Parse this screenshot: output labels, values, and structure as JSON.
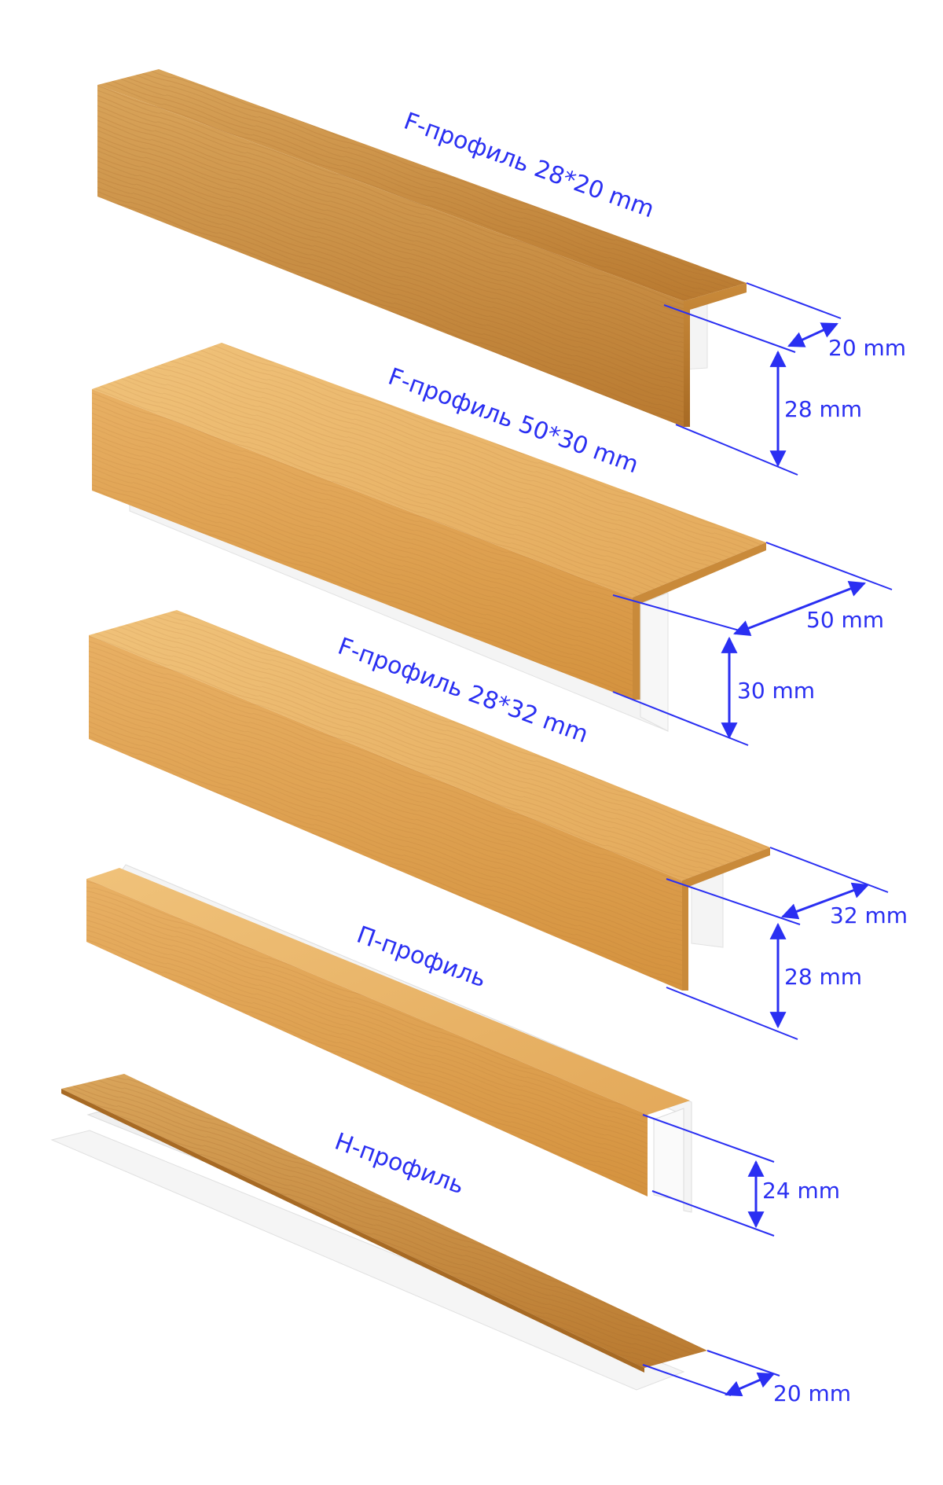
{
  "colors": {
    "accent": "#2a2ff2",
    "wood_light": "#e6ad5c",
    "wood_mid": "#d9983f",
    "wood_dark": "#b9782c",
    "plastic": "#f4f4f4"
  },
  "profiles": [
    {
      "title": "F-профиль 28*20 mm",
      "dims": [
        "20 mm",
        "28 mm"
      ]
    },
    {
      "title": "F-профиль 50*30 mm",
      "dims": [
        "50 mm",
        "30 mm"
      ]
    },
    {
      "title": "F-профиль 28*32 mm",
      "dims": [
        "32 mm",
        "28 mm"
      ]
    },
    {
      "title": "П-профиль",
      "dims": [
        "24 mm"
      ]
    },
    {
      "title": "H-профиль",
      "dims": [
        "20 mm"
      ]
    }
  ]
}
